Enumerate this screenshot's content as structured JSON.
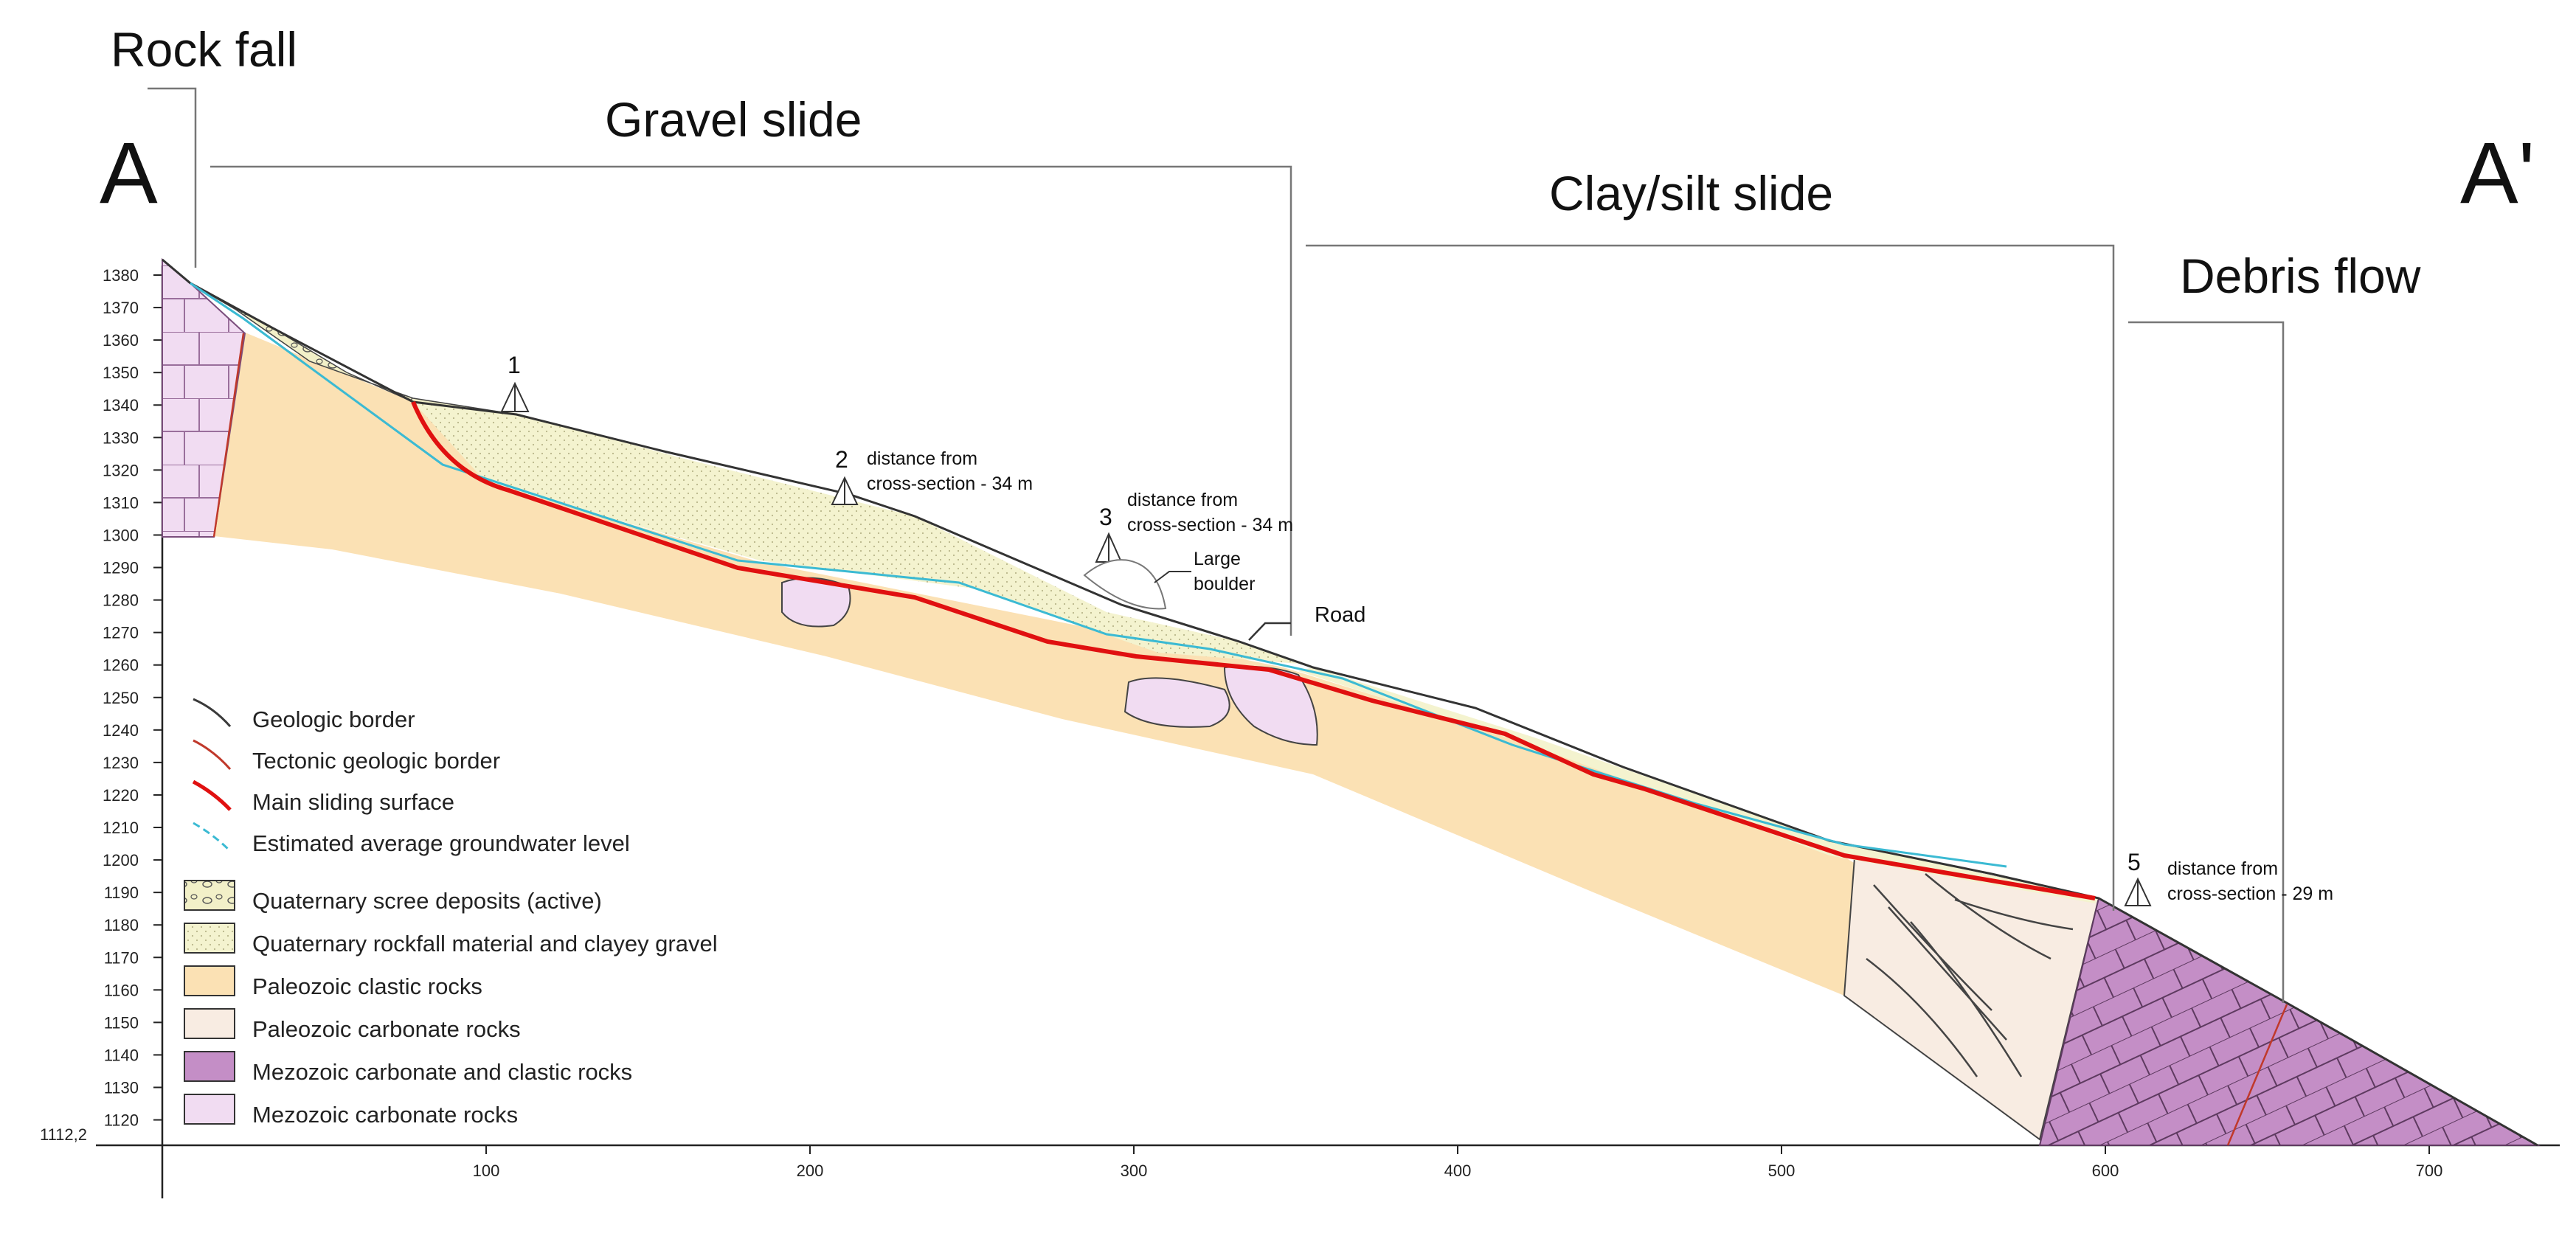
{
  "section_labels": {
    "start": "A",
    "end": "A'"
  },
  "landslides": [
    {
      "id": "rock-fall",
      "label": "Rock fall"
    },
    {
      "id": "gravel-slide",
      "label": "Gravel slide"
    },
    {
      "id": "clay-silt-slide",
      "label": "Clay/silt slide"
    },
    {
      "id": "debris-flow",
      "label": "Debris flow"
    }
  ],
  "axes": {
    "y_ticks": [
      1380,
      1370,
      1360,
      1350,
      1340,
      1330,
      1320,
      1310,
      1300,
      1290,
      1280,
      1270,
      1260,
      1250,
      1240,
      1230,
      1220,
      1210,
      1200,
      1190,
      1180,
      1170,
      1160,
      1150,
      1140,
      1130,
      1120
    ],
    "y_base_label": "1112,2",
    "x_ticks": [
      100,
      200,
      300,
      400,
      500,
      600,
      700
    ]
  },
  "boreholes": [
    {
      "num": "1",
      "note_1": "",
      "note_2": ""
    },
    {
      "num": "2",
      "note_1": "distance from",
      "note_2": "cross-section - 34 m"
    },
    {
      "num": "3",
      "note_1": "distance from",
      "note_2": "cross-section - 34 m"
    },
    {
      "num": "5",
      "note_1": "distance from",
      "note_2": "cross-section - 29 m"
    }
  ],
  "callouts": {
    "boulder_1": "Large",
    "boulder_2": "boulder",
    "road": "Road"
  },
  "legend": {
    "lines": [
      {
        "label": "Geologic border",
        "color": "#3a3a3a"
      },
      {
        "label": "Tectonic geologic border",
        "color": "#c0392b"
      },
      {
        "label": "Main sliding surface",
        "color": "#e01010"
      },
      {
        "label": "Estimated average groundwater level",
        "color": "#3bbad3"
      }
    ],
    "units": [
      {
        "label": "Quaternary scree deposits (active)",
        "color": "#f2f0c8"
      },
      {
        "label": "Quaternary rockfall material and clayey gravel",
        "color": "#f4f3cf"
      },
      {
        "label": "Paleozoic clastic rocks",
        "color": "#fbe1b4"
      },
      {
        "label": "Paleozoic carbonate rocks",
        "color": "#f8ece2"
      },
      {
        "label": "Mezozoic carbonate and clastic rocks",
        "color": "#c48ec6"
      },
      {
        "label": "Mezozoic carbonate rocks",
        "color": "#f1dcf2"
      }
    ]
  }
}
